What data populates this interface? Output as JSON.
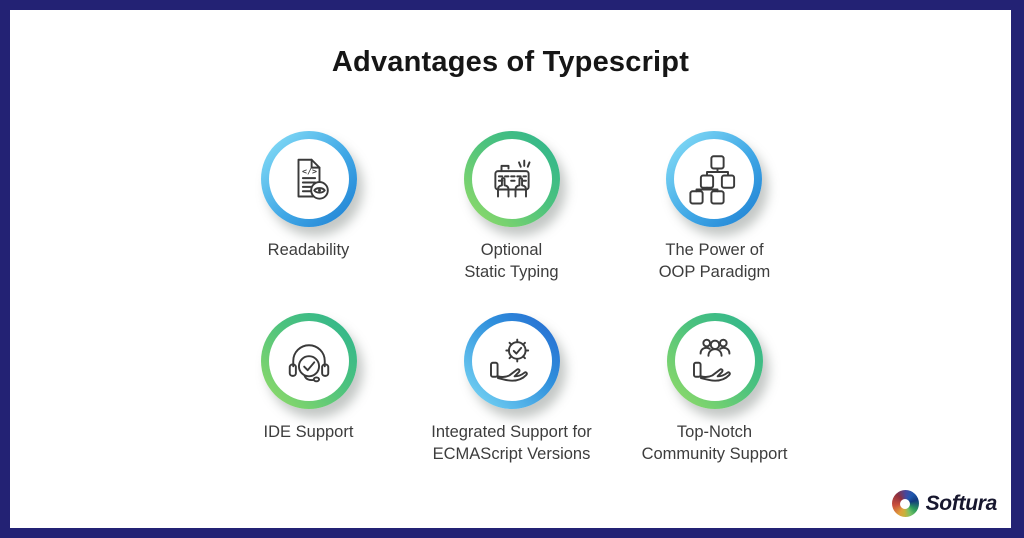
{
  "title": {
    "text": "Advantages of Typescript"
  },
  "advantages": [
    {
      "label": "Readability",
      "icon": "readability-document-eye-icon",
      "ring": "blue"
    },
    {
      "label": "Optional\nStatic Typing",
      "icon": "keyboard-typing-icon",
      "ring": "green"
    },
    {
      "label": "The Power of\nOOP Paradigm",
      "icon": "oop-hierarchy-icon",
      "ring": "blue"
    },
    {
      "label": "IDE Support",
      "icon": "headset-check-icon",
      "ring": "green"
    },
    {
      "label": "Integrated Support for\nECMAScript Versions",
      "icon": "hand-gear-icon",
      "ring": "blue"
    },
    {
      "label": "Top-Notch\nCommunity Support",
      "icon": "hand-community-icon",
      "ring": "green"
    }
  ],
  "logo": {
    "wordmark": "Softura"
  },
  "colors": {
    "frame_border": "#232274",
    "canvas_background": "#ffffff",
    "ring_blue_light": "#8ce2f8",
    "ring_blue_dark": "#1c7ed2",
    "ring_green_light": "#97dd66",
    "ring_green_dark": "#2db48e",
    "icon_stroke": "#3a3a3a",
    "label_text": "#3d3d3d",
    "title_text": "#161616"
  }
}
